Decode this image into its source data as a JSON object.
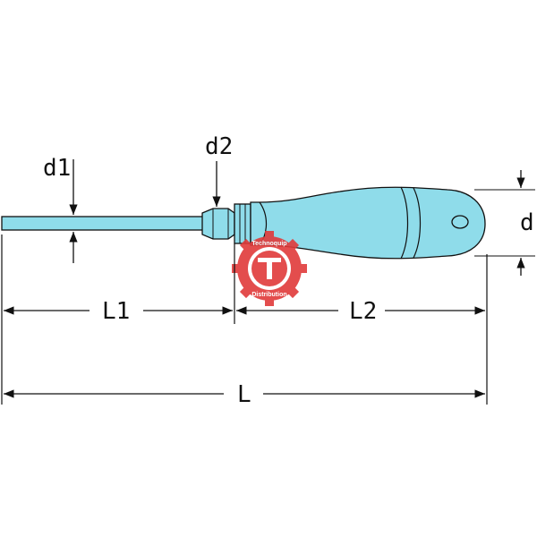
{
  "dimensions": {
    "d1": "d1",
    "d2": "d2",
    "d": "d",
    "L1": "L1",
    "L2": "L2",
    "L": "L"
  },
  "watermark": {
    "text_top": "Technoquip",
    "text_bottom": "Distribution"
  },
  "colors": {
    "tool_fill": "#8fdcea",
    "outline": "#111111",
    "watermark": "#e03a3a"
  }
}
